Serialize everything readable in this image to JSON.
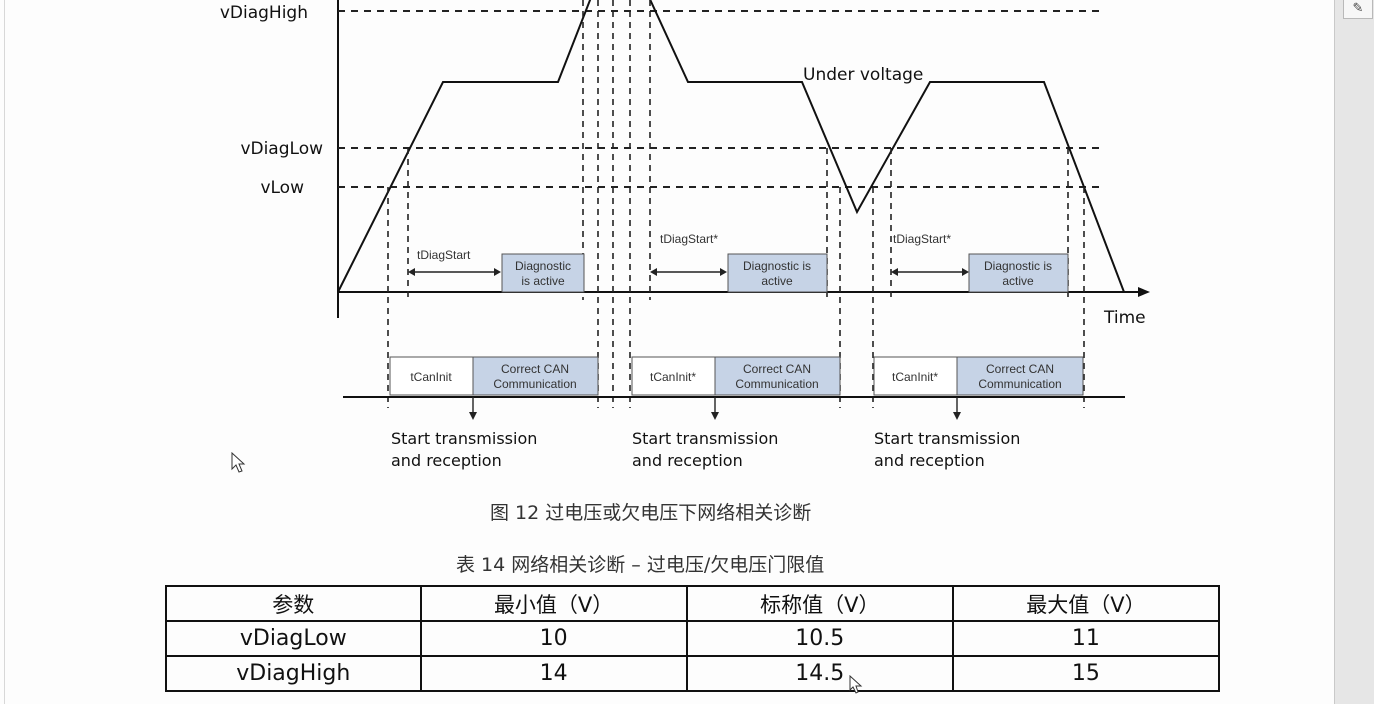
{
  "toolbar": {
    "edit_icon": "pencil-icon"
  },
  "figure": {
    "y_labels": [
      "vDiagHigh",
      "vDiagLow",
      "vLow"
    ],
    "under_voltage": "Under voltage",
    "time_label": "Time",
    "tdiag_labels": [
      "tDiagStart",
      "tDiagStart*",
      "tDiagStart*"
    ],
    "diag_box_lines": [
      [
        "Diagnostic",
        "is active"
      ],
      [
        "Diagnostic is",
        "active"
      ],
      [
        "Diagnostic is",
        "active"
      ]
    ],
    "tcan_labels": [
      "tCanInit",
      "tCanInit*",
      "tCanInit*"
    ],
    "can_lines": [
      "Correct CAN",
      "Communication"
    ],
    "start_lines": [
      "Start transmission",
      "and reception"
    ],
    "caption": "图 12   过电压或欠电压下网络相关诊断"
  },
  "table": {
    "caption": "表 14   网络相关诊断  –  过电压/欠电压门限值",
    "headers": [
      "参数",
      "最小值（V）",
      "标称值（V）",
      "最大值（V）"
    ],
    "rows": [
      [
        "vDiagLow",
        "10",
        "10.5",
        "11"
      ],
      [
        "vDiagHigh",
        "14",
        "14.5",
        "15"
      ]
    ]
  },
  "colors": {
    "box_fill": "#c6d3e6",
    "accent": "#111111"
  }
}
